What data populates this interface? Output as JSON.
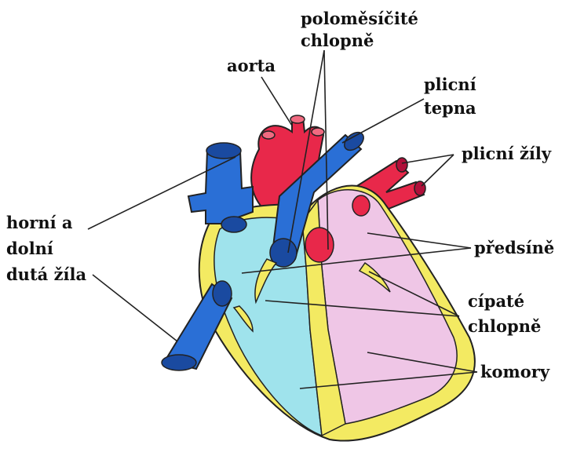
{
  "labels": {
    "semilunar_valves": [
      "poloměsíčité",
      "chlopně"
    ],
    "aorta": "aorta",
    "pulmonary_artery": [
      "plicní",
      "tepna"
    ],
    "pulmonary_veins": "plicní žíly",
    "vena_cava": [
      "horní a",
      "dolní",
      "dutá žíla"
    ],
    "atria": "předsíně",
    "cusp_valves": [
      "cípaté",
      "chlopně"
    ],
    "ventricles": "komory"
  },
  "colors": {
    "aorta_red": "#e8284a",
    "vein_blue": "#2a6fd6",
    "right_heart_cyan": "#9fe3ec",
    "left_heart_pink": "#efc6e6",
    "wall_yellow": "#f3ea62",
    "outline": "#222222"
  }
}
